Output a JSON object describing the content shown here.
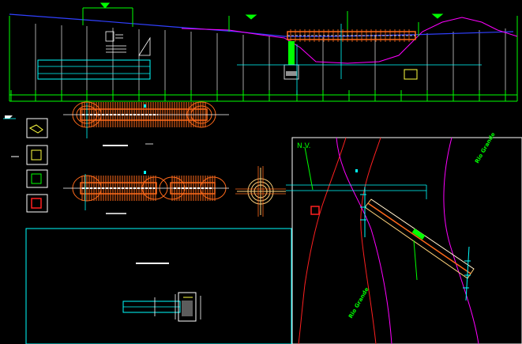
{
  "drawing": {
    "background": "#000000",
    "plan_view": {
      "level_label": "N.V.",
      "channel_label_top": "Rio Grande",
      "channel_label_bottom": "Rio Grande"
    }
  },
  "colors": {
    "green": "#00ff00",
    "cyan": "#00ffff",
    "orange": "#ff6a1a",
    "magenta": "#ff00ff",
    "red": "#ff2020",
    "blue": "#3040ff",
    "yellow": "#ffff40",
    "white": "#ffffff"
  }
}
